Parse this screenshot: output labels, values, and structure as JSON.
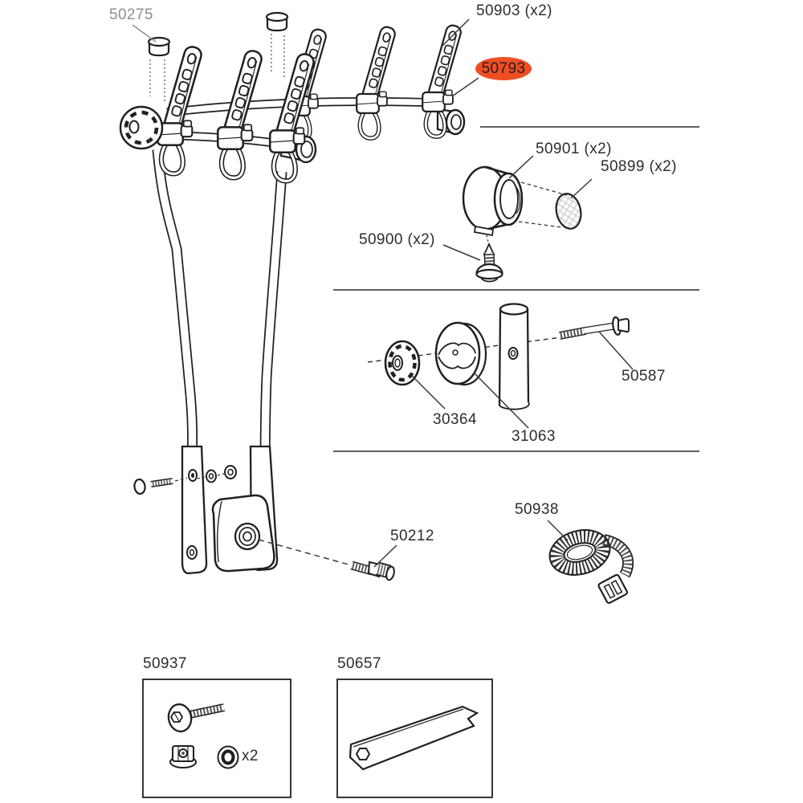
{
  "diagram": {
    "type": "exploded-parts-diagram",
    "colors": {
      "background": "#ffffff",
      "line": "#231f20",
      "label": "#2d2d2d",
      "muted_label": "#8f8f8f",
      "highlight": "#f04e23",
      "divider": "#4a4a4a"
    },
    "parts": {
      "cap": {
        "label": "50275"
      },
      "holder_arm": {
        "label": "50903 (x2)"
      },
      "end_holder": {
        "label": "50793",
        "highlighted": true
      },
      "bushing": {
        "label": "50901 (x2)"
      },
      "net_disc": {
        "label": "50899 (x2)"
      },
      "screw": {
        "label": "50900 (x2)"
      },
      "knob": {
        "label": "30364"
      },
      "cam_washer": {
        "label": "31063"
      },
      "hex_bolt": {
        "label": "50587"
      },
      "strap": {
        "label": "50938"
      },
      "knurled_bolt": {
        "label": "50212"
      },
      "fastener_kit": {
        "label": "50937",
        "washer_qty": "x2"
      },
      "tool": {
        "label": "50657"
      }
    }
  }
}
